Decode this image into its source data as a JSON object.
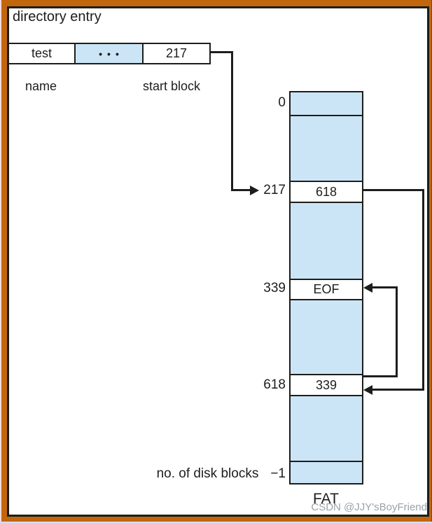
{
  "diagram": {
    "title": "directory entry",
    "directory_entry": {
      "name_value": "test",
      "dots": "•••",
      "start_block_value": "217",
      "name_label": "name",
      "start_block_label": "start block"
    },
    "fat": {
      "label": "FAT",
      "note_label": "no. of disk blocks",
      "rows": [
        {
          "index": "0",
          "value": ""
        },
        {
          "index": "217",
          "value": "618"
        },
        {
          "index": "339",
          "value": "EOF"
        },
        {
          "index": "618",
          "value": "339"
        },
        {
          "index": "−1",
          "value": ""
        }
      ]
    },
    "watermark": "CSDN @JJY'sBoyFriend"
  },
  "colors": {
    "cell-blue": "#cbe5f6",
    "frame-orange": "#c2660e",
    "line-black": "#1d1d1b",
    "watermark-gray": "#9aa2ab"
  }
}
